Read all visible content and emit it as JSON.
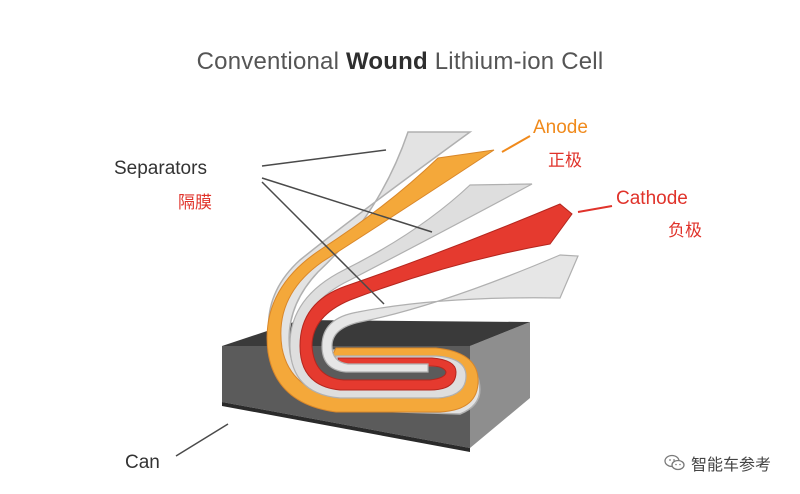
{
  "title": {
    "prefix": "Conventional",
    "bold": "Wound",
    "suffix": "Lithium-ion Cell"
  },
  "labels": {
    "separators": {
      "en": "Separators",
      "zh": "隔膜"
    },
    "anode": {
      "en": "Anode",
      "zh": "正极"
    },
    "cathode": {
      "en": "Cathode",
      "zh": "负极"
    },
    "can": {
      "en": "Can"
    }
  },
  "watermark": {
    "text": "智能车参考",
    "icon": "wechat-icon"
  },
  "colors": {
    "separator": "#e3e3e3",
    "separator_edge": "#b0b0b0",
    "anode": "#f4a83a",
    "cathode": "#e53a2f",
    "can_top": "#3a3a3a",
    "can_side": "#8a8a8a",
    "label_dark": "#333333",
    "label_orange": "#f08a1c",
    "label_red": "#e0332b"
  }
}
